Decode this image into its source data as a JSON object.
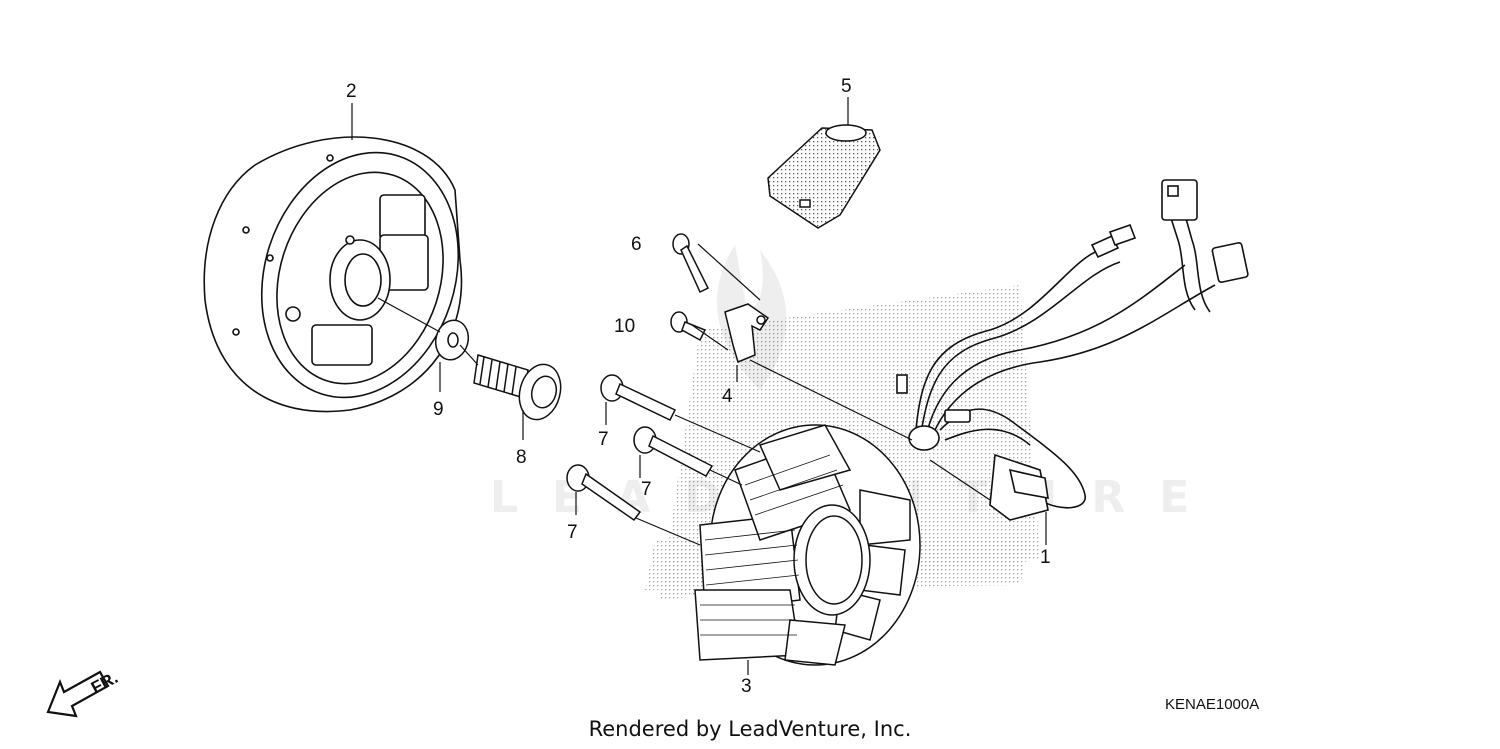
{
  "diagram": {
    "parts": [
      {
        "id": "stator-assembly",
        "number": "1"
      },
      {
        "id": "flywheel",
        "number": "2"
      },
      {
        "id": "stator-coil",
        "number": "3"
      },
      {
        "id": "wire-clamp",
        "number": "4"
      },
      {
        "id": "cover-pad",
        "number": "5"
      },
      {
        "id": "bolt-small-top",
        "number": "6"
      },
      {
        "id": "bolt-long-a",
        "number": "7"
      },
      {
        "id": "bolt-long-b",
        "number": "7"
      },
      {
        "id": "bolt-long-c",
        "number": "7"
      },
      {
        "id": "flange-bolt",
        "number": "8"
      },
      {
        "id": "washer",
        "number": "9"
      },
      {
        "id": "bolt-small-bottom",
        "number": "10"
      }
    ],
    "direction_label": "FR.",
    "part_code": "KENAE1000A",
    "credit": "Rendered by LeadVenture, Inc.",
    "watermark": "LEADVENTURE"
  }
}
